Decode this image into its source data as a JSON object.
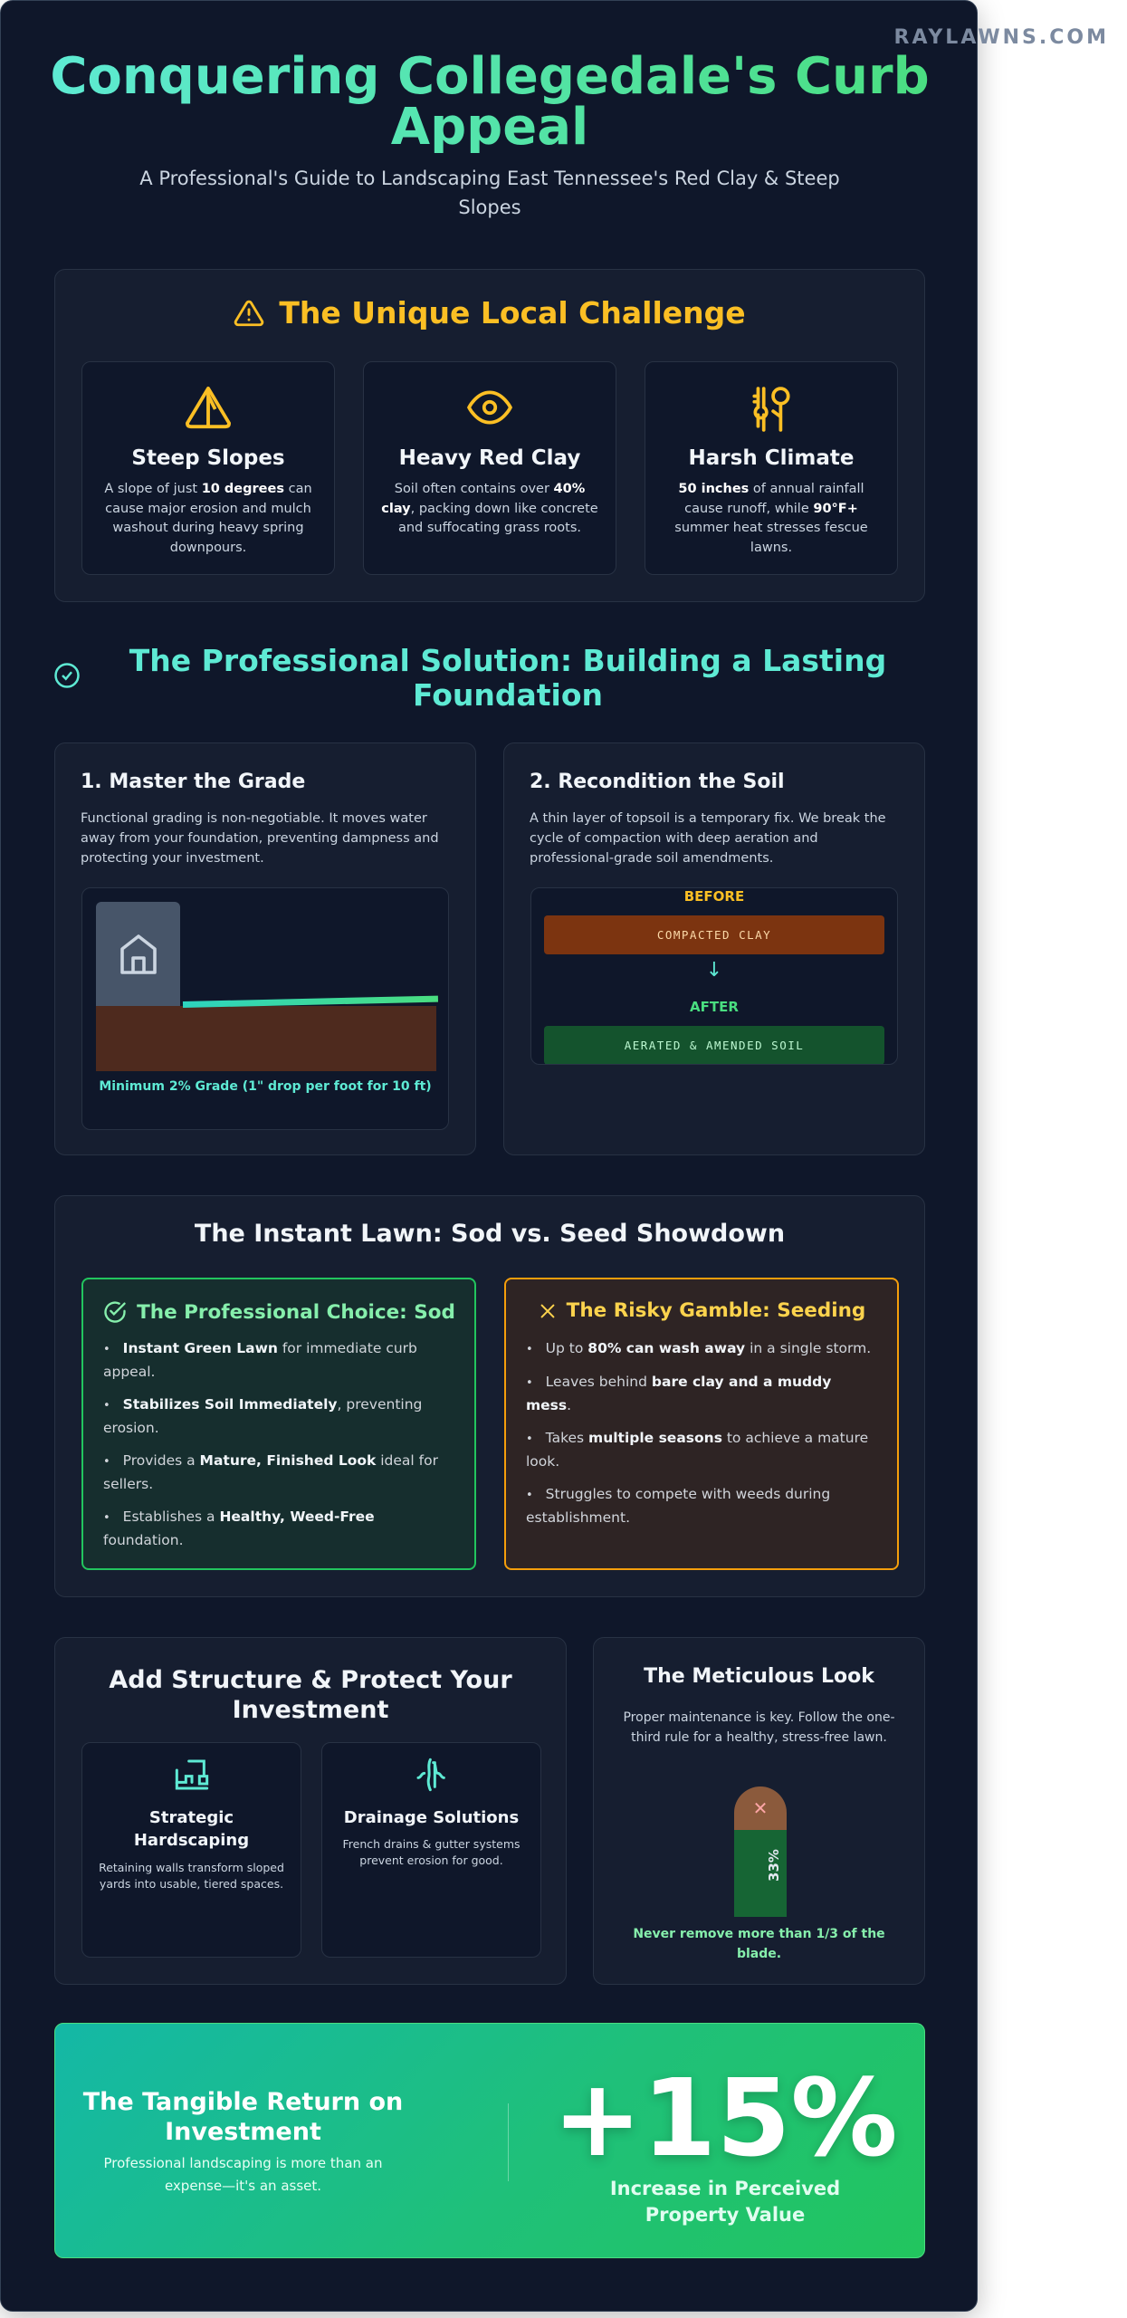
{
  "brand": "RAYLAWNS.COM",
  "header": {
    "title": "Conquering Collegedale's Curb Appeal",
    "subtitle": "A Professional's Guide to Landscaping East Tennessee's Red Clay & Steep Slopes"
  },
  "challenge": {
    "title": "The Unique Local Challenge",
    "icon": "warning-triangle-icon",
    "cards": [
      {
        "icon": "slope-icon",
        "heading": "Steep Slopes",
        "pre": "A slope of just ",
        "bold": "10 degrees",
        "post": " can cause major erosion and mulch washout during heavy spring downpours."
      },
      {
        "icon": "eye-icon",
        "heading": "Heavy Red Clay",
        "pre": "Soil often contains over ",
        "bold": "40% clay",
        "post": ", packing down like concrete and suffocating grass roots."
      },
      {
        "icon": "climate-icon",
        "heading": "Harsh Climate",
        "bold1": "50 inches",
        "mid": " of annual rainfall cause runoff, while ",
        "bold2": "90°F+",
        "post": " summer heat stresses fescue lawns."
      }
    ]
  },
  "solution": {
    "title": "The Professional Solution: Building a Lasting Foundation",
    "grade": {
      "heading": "1. Master the Grade",
      "text": "Functional grading is non-negotiable. It moves water away from your foundation, preventing dampness and protecting your investment.",
      "caption": "Minimum 2% Grade (1\" drop per foot for 10 ft)"
    },
    "soil": {
      "heading": "2. Recondition the Soil",
      "text": "A thin layer of topsoil is a temporary fix. We break the cycle of compaction with deep aeration and professional-grade soil amendments.",
      "before_label": "BEFORE",
      "before_bar": "COMPACTED CLAY",
      "arrow": "↓",
      "after_label": "AFTER",
      "after_bar": "AERATED & AMENDED SOIL"
    }
  },
  "showdown": {
    "title": "The Instant Lawn: Sod vs. Seed Showdown",
    "sod": {
      "heading": "The Professional Choice: Sod",
      "items": [
        {
          "pre": "",
          "bold": "Instant Green Lawn",
          "post": " for immediate curb appeal."
        },
        {
          "pre": "",
          "bold": "Stabilizes Soil Immediately",
          "post": ", preventing erosion."
        },
        {
          "pre": "Provides a ",
          "bold": "Mature, Finished Look",
          "post": " ideal for sellers."
        },
        {
          "pre": "Establishes a ",
          "bold": "Healthy, Weed-Free",
          "post": " foundation."
        }
      ]
    },
    "seed": {
      "heading": "The Risky Gamble: Seeding",
      "items": [
        {
          "pre": "Up to ",
          "bold": "80% can wash away",
          "post": " in a single storm."
        },
        {
          "pre": "Leaves behind ",
          "bold": "bare clay and a muddy mess",
          "post": "."
        },
        {
          "pre": "Takes ",
          "bold": "multiple seasons",
          "post": " to achieve a mature look."
        },
        {
          "pre": "Struggles to compete with weeds during establishment.",
          "bold": "",
          "post": ""
        }
      ]
    }
  },
  "structure": {
    "title": "Add Structure & Protect Your Investment",
    "cards": [
      {
        "heading": "Strategic Hardscaping",
        "text": "Retaining walls transform sloped yards into usable, tiered spaces."
      },
      {
        "heading": "Drainage Solutions",
        "text": "French drains & gutter systems prevent erosion for good."
      }
    ]
  },
  "maintenance": {
    "title": "The Meticulous Look",
    "text": "Proper maintenance is key. Follow the one-third rule for a healthy, stress-free lawn.",
    "cut_mark": "✕",
    "percent": "33%",
    "caption": "Never remove more than 1/3 of the blade."
  },
  "roi": {
    "heading": "The Tangible Return on Investment",
    "text": "Professional landscaping is more than an expense—it's an asset.",
    "value": "+15%",
    "caption": "Increase in Perceived Property Value"
  },
  "colors": {
    "background": "#0f172a",
    "panel": "#161e30",
    "accent_teal": "#5eead4",
    "accent_green": "#4ade80",
    "accent_amber": "#fbbf24"
  }
}
